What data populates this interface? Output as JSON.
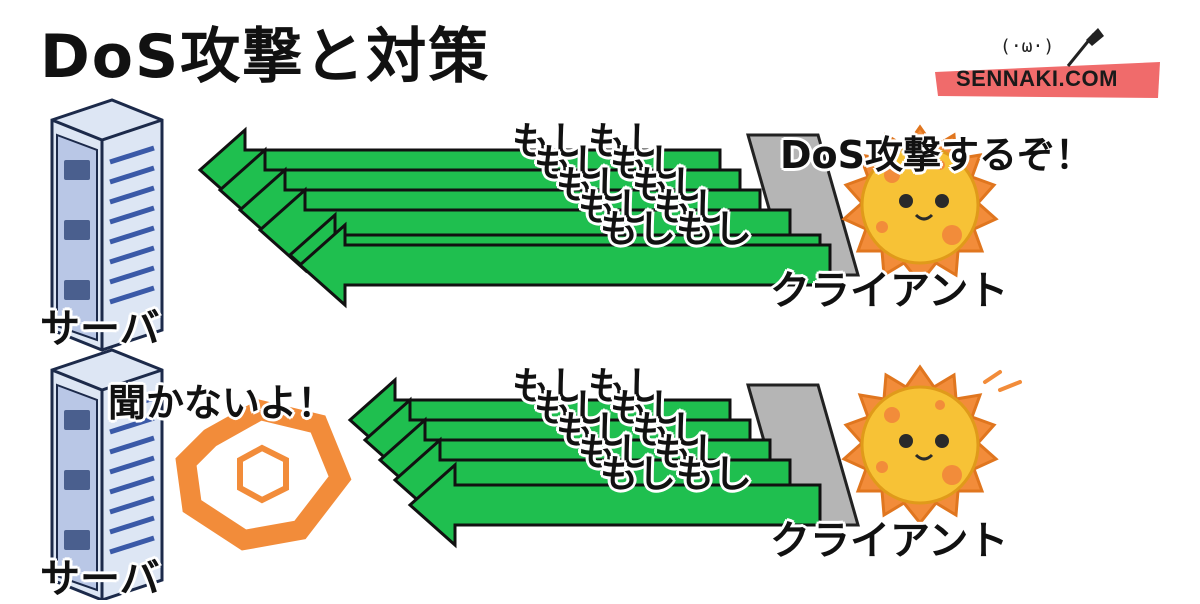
{
  "title": "DoS攻撃と対策",
  "logo": {
    "text": "SENNAKI.COM",
    "face": "(·ω·)"
  },
  "top_scene": {
    "server_label": "サーバ",
    "client_label": "クライアント",
    "attacker_speech": "DoS攻撃するぞ！",
    "requests": [
      "もしもし",
      "もしもし",
      "もしもし",
      "もしもし",
      "もしもし"
    ]
  },
  "bottom_scene": {
    "server_label": "サーバ",
    "client_label": "クライアント",
    "server_speech": "聞かないよ！",
    "requests": [
      "もしもし",
      "もしもし",
      "もしもし",
      "もしもし",
      "もしもし"
    ]
  },
  "colors": {
    "arrow": "#1fbf4f",
    "shield": "#f28c3a",
    "sun": "#f5b52a",
    "logo_band": "#f06b6b"
  },
  "icons": [
    "server-rack-icon",
    "laptop-icon",
    "sun-monster-icon",
    "hexagon-shield-icon",
    "paintbrush-icon"
  ]
}
